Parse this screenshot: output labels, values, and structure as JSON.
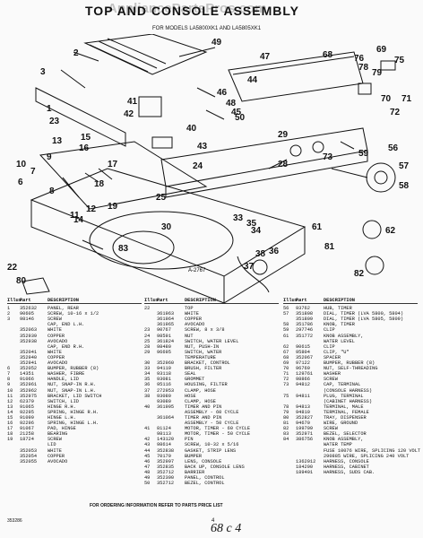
{
  "page": {
    "title": "TOP AND CONSOLE ASSEMBLY",
    "models": "FOR MODELS LA5800XK1 AND LA5805XK1",
    "watermark": "AppliancePartsPros.com",
    "figure_code": "A-2767",
    "doc_number": "353286",
    "page_number": "4",
    "handwritten_note": "68 c 4",
    "footer_note": "FOR ORDERING INFORMATION REFER TO PARTS PRICE LIST"
  },
  "table_header": {
    "illus": "Illus.",
    "no": "No.",
    "part": "Part",
    "desc": "DESCRIPTION"
  },
  "columns": [
    [
      {
        "no": "1",
        "part": "352632",
        "desc": "PANEL, REAR"
      },
      {
        "no": "2",
        "part": "90605",
        "desc": "SCREW, 10-16 x 1/2"
      },
      {
        "no": "3",
        "part": "98146",
        "desc": "SCREW"
      },
      {
        "no": "",
        "part": "",
        "desc": "CAP, END L.H."
      },
      {
        "no": "",
        "part": "352063",
        "desc": "WHITE"
      },
      {
        "no": "",
        "part": "352939",
        "desc": "COPPER"
      },
      {
        "no": "",
        "part": "352938",
        "desc": "AVOCADO"
      },
      {
        "no": "",
        "part": "",
        "desc": "CAP, END R.H."
      },
      {
        "no": "",
        "part": "352041",
        "desc": "WHITE"
      },
      {
        "no": "",
        "part": "352940",
        "desc": "COPPER"
      },
      {
        "no": "",
        "part": "352941",
        "desc": "AVOCADO"
      },
      {
        "no": "6",
        "part": "352052",
        "desc": "BUMPER, RUBBER (8)"
      },
      {
        "no": "7",
        "part": "14351",
        "desc": "WASHER, FIBRE"
      },
      {
        "no": "8",
        "part": "91066",
        "desc": "HANDLE, LID"
      },
      {
        "no": "9",
        "part": "352961",
        "desc": "NUT, SNAP-IN R.H."
      },
      {
        "no": "10",
        "part": "352962",
        "desc": "NUT, SNAP-IN L.H."
      },
      {
        "no": "11",
        "part": "352975",
        "desc": "BRACKET, LID SWITCH"
      },
      {
        "no": "12",
        "part": "62379",
        "desc": "SWITCH, LID"
      },
      {
        "no": "13",
        "part": "91065",
        "desc": "HINGE R.H."
      },
      {
        "no": "14",
        "part": "92295",
        "desc": "SPRING, HINGE R.H."
      },
      {
        "no": "15",
        "part": "91099",
        "desc": "HINGE L.H."
      },
      {
        "no": "16",
        "part": "92296",
        "desc": "SPRING, HINGE L.H."
      },
      {
        "no": "17",
        "part": "91067",
        "desc": "PAD, HINGE"
      },
      {
        "no": "18",
        "part": "21258",
        "desc": "BEARING"
      },
      {
        "no": "19",
        "part": "18724",
        "desc": "SCREW"
      },
      {
        "no": "",
        "part": "",
        "desc": "LID"
      },
      {
        "no": "",
        "part": "352053",
        "desc": "WHITE"
      },
      {
        "no": "",
        "part": "352054",
        "desc": "COPPER"
      },
      {
        "no": "",
        "part": "352055",
        "desc": "AVOCADO"
      }
    ],
    [
      {
        "no": "22",
        "part": "",
        "desc": "TOP"
      },
      {
        "no": "",
        "part": "361963",
        "desc": "WHITE"
      },
      {
        "no": "",
        "part": "361964",
        "desc": "COPPER"
      },
      {
        "no": "",
        "part": "361965",
        "desc": "AVOCADO"
      },
      {
        "no": "23",
        "part": "90767",
        "desc": "SCREW, 8 x 3/8"
      },
      {
        "no": "24",
        "part": "98591",
        "desc": "NUT"
      },
      {
        "no": "25",
        "part": "361824",
        "desc": "SWITCH, WATER LEVEL"
      },
      {
        "no": "28",
        "part": "98480",
        "desc": "NUT, PUSH-IN"
      },
      {
        "no": "29",
        "part": "96695",
        "desc": "SWITCH, WATER"
      },
      {
        "no": "",
        "part": "",
        "desc": "TEMPERATURE"
      },
      {
        "no": "30",
        "part": "352960",
        "desc": "BRACKET, CONTROL"
      },
      {
        "no": "33",
        "part": "94119",
        "desc": "BRUSH, FILTER"
      },
      {
        "no": "34",
        "part": "93118",
        "desc": "SEAL"
      },
      {
        "no": "35",
        "part": "93081",
        "desc": "GROMMET"
      },
      {
        "no": "36",
        "part": "95116",
        "desc": "HOUSING, FILTER"
      },
      {
        "no": "37",
        "part": "272953",
        "desc": "CLAMP, HOSE"
      },
      {
        "no": "38",
        "part": "93080",
        "desc": "HOSE"
      },
      {
        "no": "",
        "part": "93080",
        "desc": "CLAMP, HOSE"
      },
      {
        "no": "40",
        "part": "361995",
        "desc": "TIMER AND PIN"
      },
      {
        "no": "",
        "part": "",
        "desc": "ASSEMBLY - 60 CYCLE"
      },
      {
        "no": "",
        "part": "361064",
        "desc": "TIMER AND PIN"
      },
      {
        "no": "",
        "part": "",
        "desc": "ASSEMBLY - 50 CYCLE"
      },
      {
        "no": "41",
        "part": "81124",
        "desc": "MOTOR, TIMER - 60 CYCLE"
      },
      {
        "no": "",
        "part": "98113",
        "desc": "MOTOR, TIMER - 50 CYCLE"
      },
      {
        "no": "42",
        "part": "143120",
        "desc": "PIN"
      },
      {
        "no": "43",
        "part": "98614",
        "desc": "SCREW, 10-32 x 5/16"
      },
      {
        "no": "44",
        "part": "352838",
        "desc": "GASKET, STRIP LENS"
      },
      {
        "no": "45",
        "part": "70179",
        "desc": "BUMPER"
      },
      {
        "no": "46",
        "part": "352997",
        "desc": "LENS, CONSOLE"
      },
      {
        "no": "47",
        "part": "352835",
        "desc": "BACK UP, CONSOLE LENS"
      },
      {
        "no": "48",
        "part": "352712",
        "desc": "BARRIER"
      },
      {
        "no": "49",
        "part": "352390",
        "desc": "PANEL, CONTROL"
      },
      {
        "no": "50",
        "part": "352712",
        "desc": "BEZEL, CONTROL"
      }
    ],
    [
      {
        "no": "56",
        "part": "93762",
        "desc": "HUB, TIMER"
      },
      {
        "no": "57",
        "part": "351808",
        "desc": "DIAL, TIMER (LVA 5800, 5804)"
      },
      {
        "no": "",
        "part": "351809",
        "desc": "DIAL, TIMER (LVA 5805, 5809)"
      },
      {
        "no": "58",
        "part": "351786",
        "desc": "KNOB, TIMER"
      },
      {
        "no": "59",
        "part": "297746",
        "desc": "CLIP"
      },
      {
        "no": "61",
        "part": "351772",
        "desc": "KNOB ASSEMBLY,"
      },
      {
        "no": "",
        "part": "",
        "desc": "WATER LEVEL"
      },
      {
        "no": "62",
        "part": "90615",
        "desc": "CLIP"
      },
      {
        "no": "67",
        "part": "95804",
        "desc": "CLIP, \"U\""
      },
      {
        "no": "68",
        "part": "352067",
        "desc": "SPACER"
      },
      {
        "no": "69",
        "part": "97122",
        "desc": "BUMPER, RUBBER (8)"
      },
      {
        "no": "70",
        "part": "96769",
        "desc": "NUT, SELF-THREADING"
      },
      {
        "no": "71",
        "part": "129761",
        "desc": "WASHER"
      },
      {
        "no": "72",
        "part": "98866",
        "desc": "SCREW"
      },
      {
        "no": "73",
        "part": "94812",
        "desc": "CAP, TERMINAL"
      },
      {
        "no": "",
        "part": "",
        "desc": "(CONSOLE HARNESS)"
      },
      {
        "no": "75",
        "part": "94811",
        "desc": "PLUG, TERMINAL"
      },
      {
        "no": "",
        "part": "",
        "desc": "(CABINET HARNESS)"
      },
      {
        "no": "78",
        "part": "94813",
        "desc": "TERMINAL, MALE"
      },
      {
        "no": "79",
        "part": "94810",
        "desc": "TERMINAL, FEMALE"
      },
      {
        "no": "80",
        "part": "352827",
        "desc": "TRAY, DISPENSER"
      },
      {
        "no": "81",
        "part": "94670",
        "desc": "WIRE, GROUND"
      },
      {
        "no": "82",
        "part": "199709",
        "desc": "SCREW"
      },
      {
        "no": "83",
        "part": "352971",
        "desc": "BEZEL, SELECTOR"
      },
      {
        "no": "84",
        "part": "386756",
        "desc": "KNOB ASSEMBLY,"
      },
      {
        "no": "",
        "part": "",
        "desc": "WATER TEMP"
      },
      {
        "no": "",
        "part": "",
        "desc": "FUSE 10076 WIRE, SPLICING 120 VOLT"
      },
      {
        "no": "",
        "part": "",
        "desc": "290885 WIRE, SPLICING 240 VOLT"
      },
      {
        "no": "",
        "part": "1362012",
        "desc": "HARNESS, CONSOLE"
      },
      {
        "no": "",
        "part": "184290",
        "desc": "HARNESS, CABINET"
      },
      {
        "no": "",
        "part": "189401",
        "desc": "HARNESS, SUDS CAB."
      }
    ]
  ],
  "callouts": {
    "c1": "1",
    "c2": "2",
    "c3": "3",
    "c6": "6",
    "c7": "7",
    "c8": "8",
    "c9": "9",
    "c10": "10",
    "c11": "11",
    "c12": "12",
    "c13": "13",
    "c14": "14",
    "c15": "15",
    "c16": "16",
    "c17": "17",
    "c18": "18",
    "c19": "19",
    "c22": "22",
    "c23": "23",
    "c24": "24",
    "c25": "25",
    "c28": "28",
    "c29": "29",
    "c30": "30",
    "c33": "33",
    "c34": "34",
    "c35": "35",
    "c36": "36",
    "c37": "37",
    "c38": "38",
    "c40": "40",
    "c41": "41",
    "c42": "42",
    "c43": "43",
    "c44": "44",
    "c45": "45",
    "c46": "46",
    "c47": "47",
    "c48": "48",
    "c49": "49",
    "c50": "50",
    "c56": "56",
    "c57": "57",
    "c58": "58",
    "c59": "59",
    "c61": "61",
    "c62": "62",
    "c68": "68",
    "c69": "69",
    "c70": "70",
    "c71": "71",
    "c72": "72",
    "c73": "73",
    "c75": "75",
    "c76": "76",
    "c78": "78",
    "c79": "79",
    "c80": "80",
    "c81": "81",
    "c82": "82",
    "c83": "83"
  }
}
